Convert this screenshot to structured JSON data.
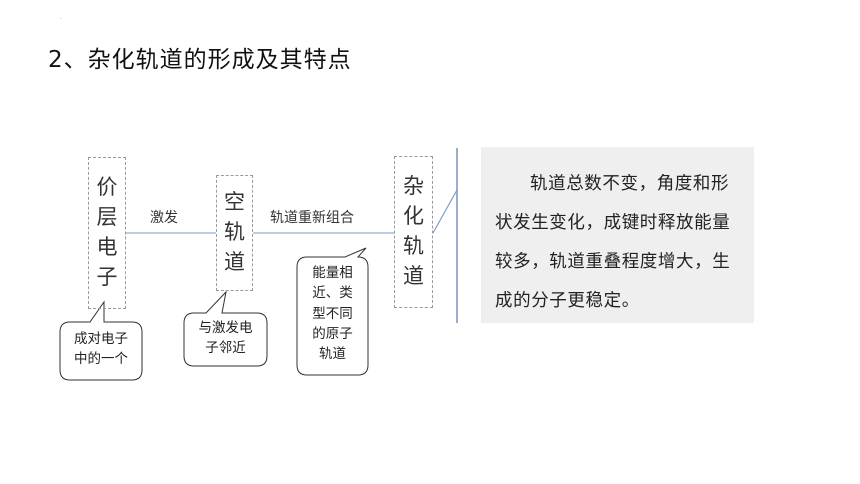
{
  "title": "2、杂化轨道的形成及其特点",
  "nodes": [
    {
      "id": "valence",
      "chars": [
        "价",
        "层",
        "电",
        "子"
      ]
    },
    {
      "id": "empty",
      "chars": [
        "空",
        "轨",
        "道"
      ]
    },
    {
      "id": "hybrid",
      "chars": [
        "杂",
        "化",
        "轨",
        "道"
      ]
    }
  ],
  "edges": [
    {
      "label": "激发"
    },
    {
      "label": "轨道重新组合"
    }
  ],
  "callouts": [
    {
      "lines": [
        "成对电子",
        "中的一个"
      ]
    },
    {
      "lines": [
        "与激发电",
        "子邻近"
      ]
    },
    {
      "lines": [
        "能量相",
        "近、类",
        "型不同",
        "的原子",
        "轨道"
      ]
    }
  ],
  "description": "轨道总数不变，角度和形状发生变化，成键时释放能量较多，轨道重叠程度增大，生成的分子更稳定。",
  "colors": {
    "arrow": "#8fb0d8",
    "divider": "#7f9cc2",
    "panel_bg": "#efefef",
    "box_border": "#9a9a9a"
  }
}
